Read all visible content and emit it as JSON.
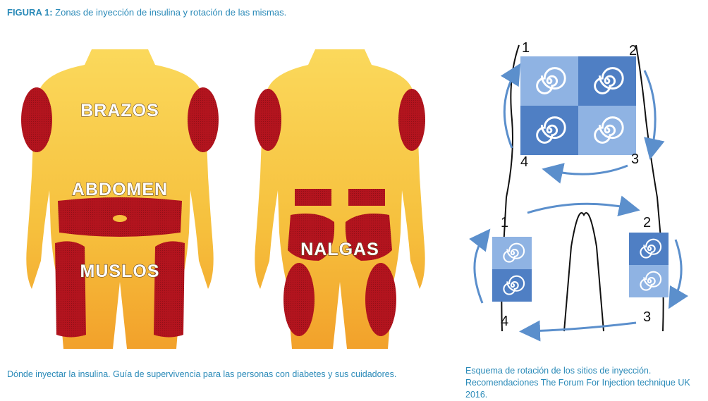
{
  "figure": {
    "label": "FIGURA 1:",
    "title": "Zonas de inyección de insulina y rotación de las mismas."
  },
  "zones": {
    "arms": "BRAZOS",
    "abdomen": "ABDOMEN",
    "thighs": "MUSLOS",
    "buttocks": "NALGAS"
  },
  "rotation": {
    "upper_numbers": [
      "1",
      "2",
      "3",
      "4"
    ],
    "lower_numbers": [
      "1",
      "2",
      "3",
      "4"
    ]
  },
  "captions": {
    "left": "Dónde inyectar la insulina. Guía de supervivencia para las personas con diabetes y sus cuidadores.",
    "right_line1": "Esquema de rotación de los sitios de inyección.",
    "right_line2": "Recomendaciones The Forum For Injection technique UK 2016."
  },
  "colors": {
    "accent": "#2a8ab8",
    "zone_red": "#b3141e",
    "skin": "#f7c94a",
    "square_dark": "#4f7fc4",
    "square_light": "#8fb3e3",
    "arrow": "#5b8fcc"
  }
}
